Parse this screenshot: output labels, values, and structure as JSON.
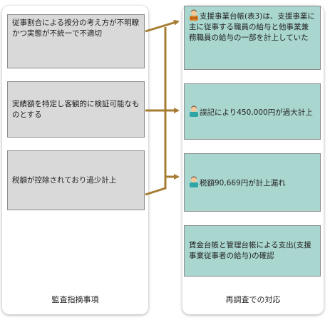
{
  "left": {
    "items": [
      "従事割合による按分の考え方が不明瞭かつ実態が不統一で不適切",
      "実績額を特定し客観的に検証可能なものとする",
      "税額が控除されており過少計上"
    ],
    "label": "監査指摘事項"
  },
  "right": {
    "items": [
      "支援事業台帳(表3)は、支援事業に主に従事する職員の給与と他事業兼務職員の給与の一部を計上していた",
      "誤記により450,000円が過大計上",
      "税額90,669円が計上漏れ",
      "賃金台帳と管理台帳による支出(支援事業従事者の給与)の確認"
    ],
    "label": "再調査での対応"
  },
  "colors": {
    "arrow": "#a67c32",
    "left_box": "#d9d9d9",
    "right_box": "#a9d6cf"
  },
  "icons": [
    "person-crossed-arms-icon",
    "person-icon",
    "person-icon"
  ]
}
